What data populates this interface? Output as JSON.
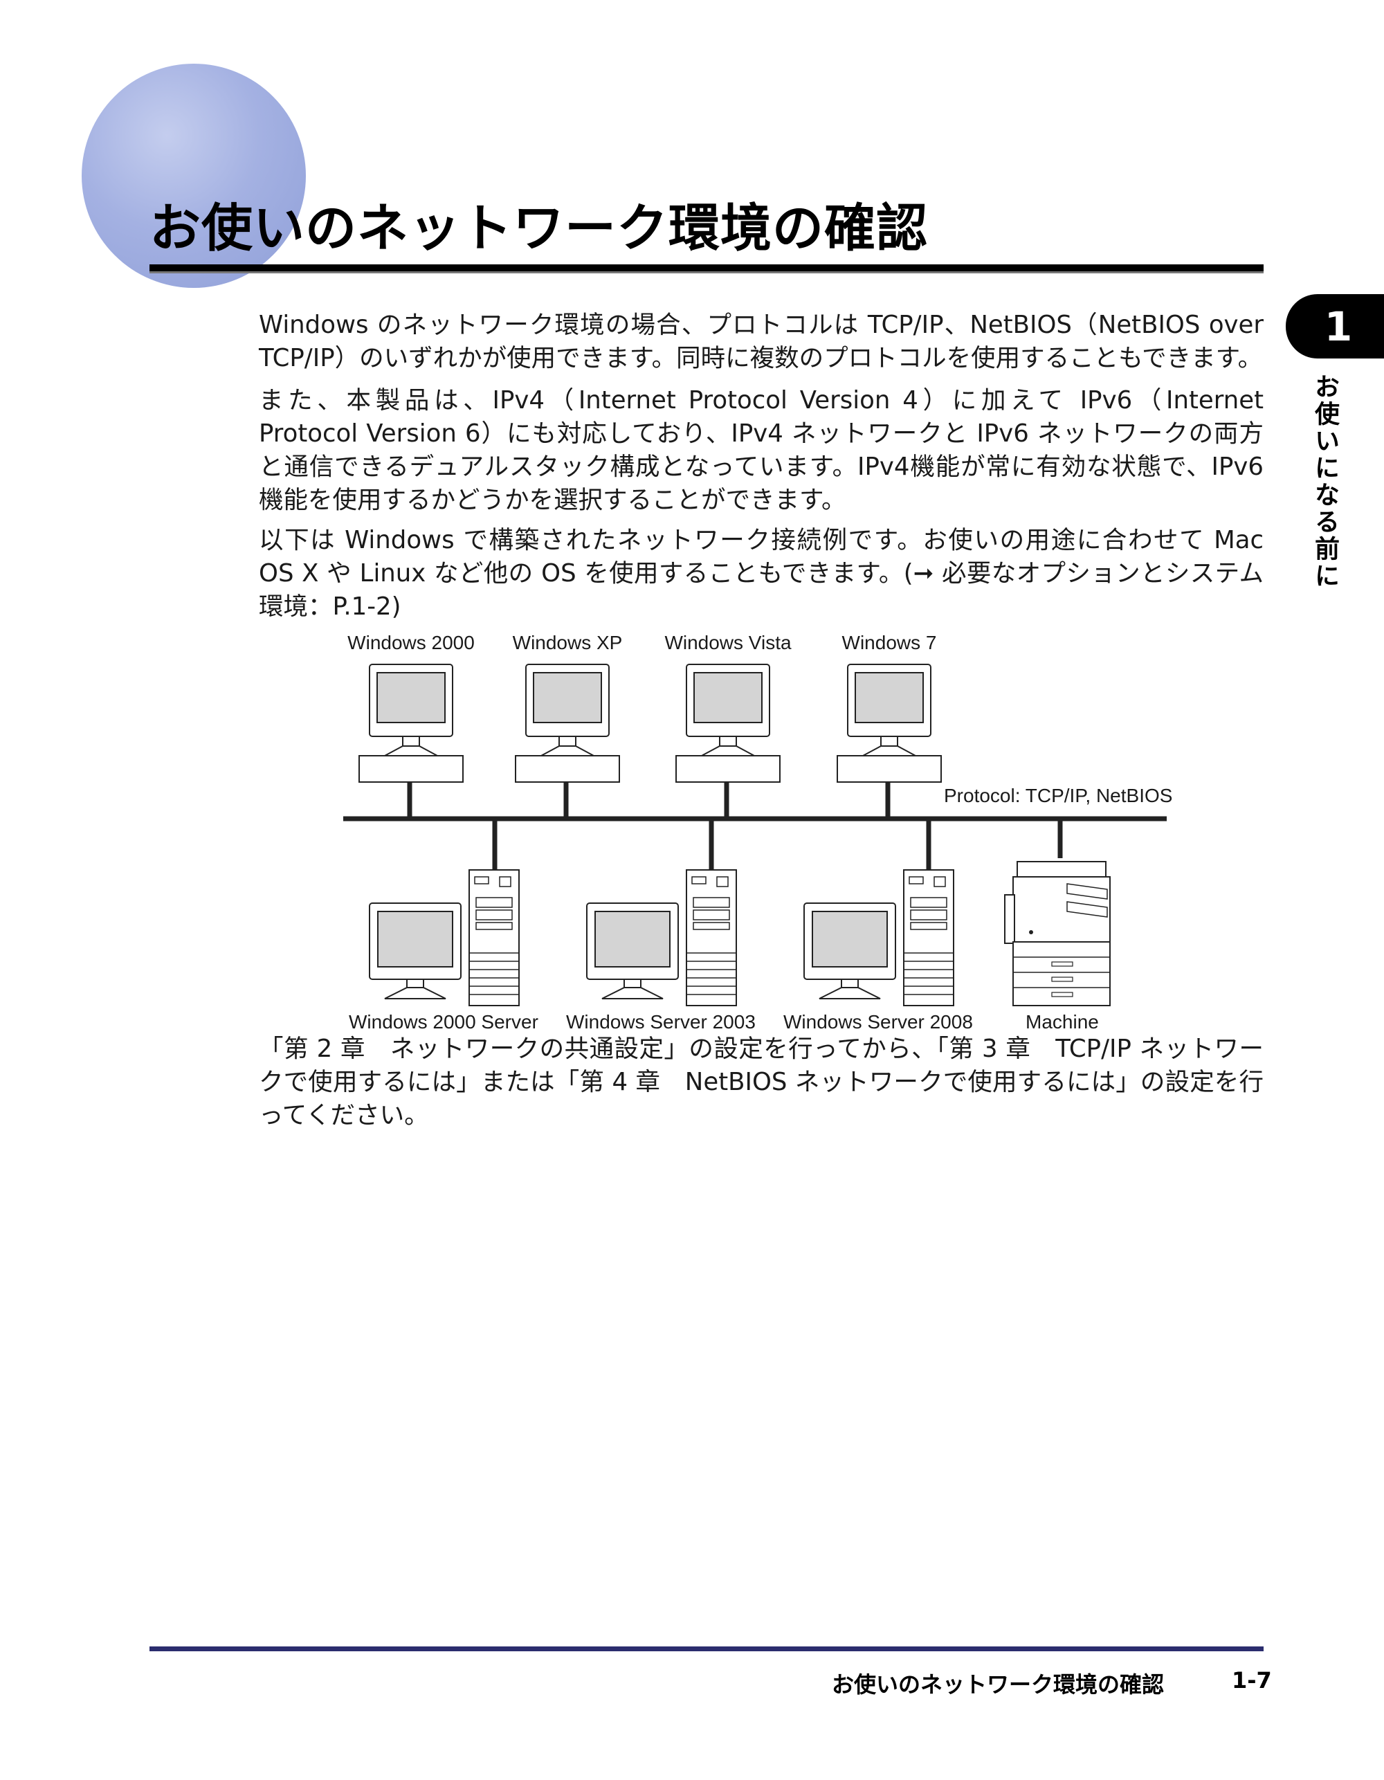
{
  "header": {
    "title": "お使いのネットワーク環境の確認"
  },
  "chapter": {
    "number": "1",
    "label": "お使いになる前に"
  },
  "body": {
    "p1": "Windows のネットワーク環境の場合、プロトコルは TCP/IP、NetBIOS（NetBIOS over TCP/IP）のいずれかが使用できます。同時に複数のプロトコルを使用することもできます。",
    "p2": "また、本製品は、IPv4（Internet Protocol Version 4）に加えて IPv6（Internet Protocol Version 6）にも対応しており、IPv4 ネットワークと IPv6 ネットワークの両方と通信できるデュアルスタック構成となっています。IPv4機能が常に有効な状態で、IPv6機能を使用するかどうかを選択することができます。",
    "p3": "以下は Windows で構築されたネットワーク接続例です。お使いの用途に合わせて Mac OS X や Linux など他の OS を使用することもできます。(➞ 必要なオプションとシステム環境：P.1-2)",
    "p4": "「第 2 章　ネットワークの共通設定」の設定を行ってから、「第 3 章　TCP/IP ネットワークで使用するには」または「第 4 章　NetBIOS ネットワークで使用するには」の設定を行ってください。"
  },
  "diagram": {
    "clients": [
      "Windows 2000",
      "Windows XP",
      "Windows Vista",
      "Windows 7"
    ],
    "protocol_label": "Protocol: TCP/IP, NetBIOS",
    "servers": [
      "Windows 2000 Server",
      "Windows Server 2003",
      "Windows Server 2008"
    ],
    "machine_label": "Machine"
  },
  "footer": {
    "title": "お使いのネットワーク環境の確認",
    "page": "1-7"
  }
}
